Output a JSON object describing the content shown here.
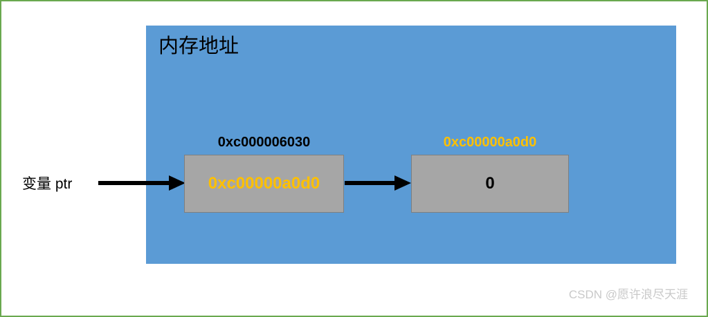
{
  "diagram": {
    "panel": {
      "title": "内存地址",
      "background_color": "#5b9bd5"
    },
    "variable": {
      "label": "变量 ptr"
    },
    "cells": [
      {
        "name": "pointer-cell",
        "address_label": "0xc000006030",
        "address_label_color": "#000000",
        "content": "0xc00000a0d0",
        "content_color": "#ffc000",
        "fill_color": "#a6a6a6"
      },
      {
        "name": "value-cell",
        "address_label": "0xc00000a0d0",
        "address_label_color": "#ffc000",
        "content": "0",
        "content_color": "#000000",
        "fill_color": "#a6a6a6"
      }
    ],
    "arrows": [
      {
        "name": "variable-to-pointer-cell",
        "color": "#000000"
      },
      {
        "name": "pointer-cell-to-value-cell",
        "color": "#000000"
      }
    ],
    "watermark": "CSDN @愿许浪尽天涯",
    "border_color": "#6aa84f"
  }
}
